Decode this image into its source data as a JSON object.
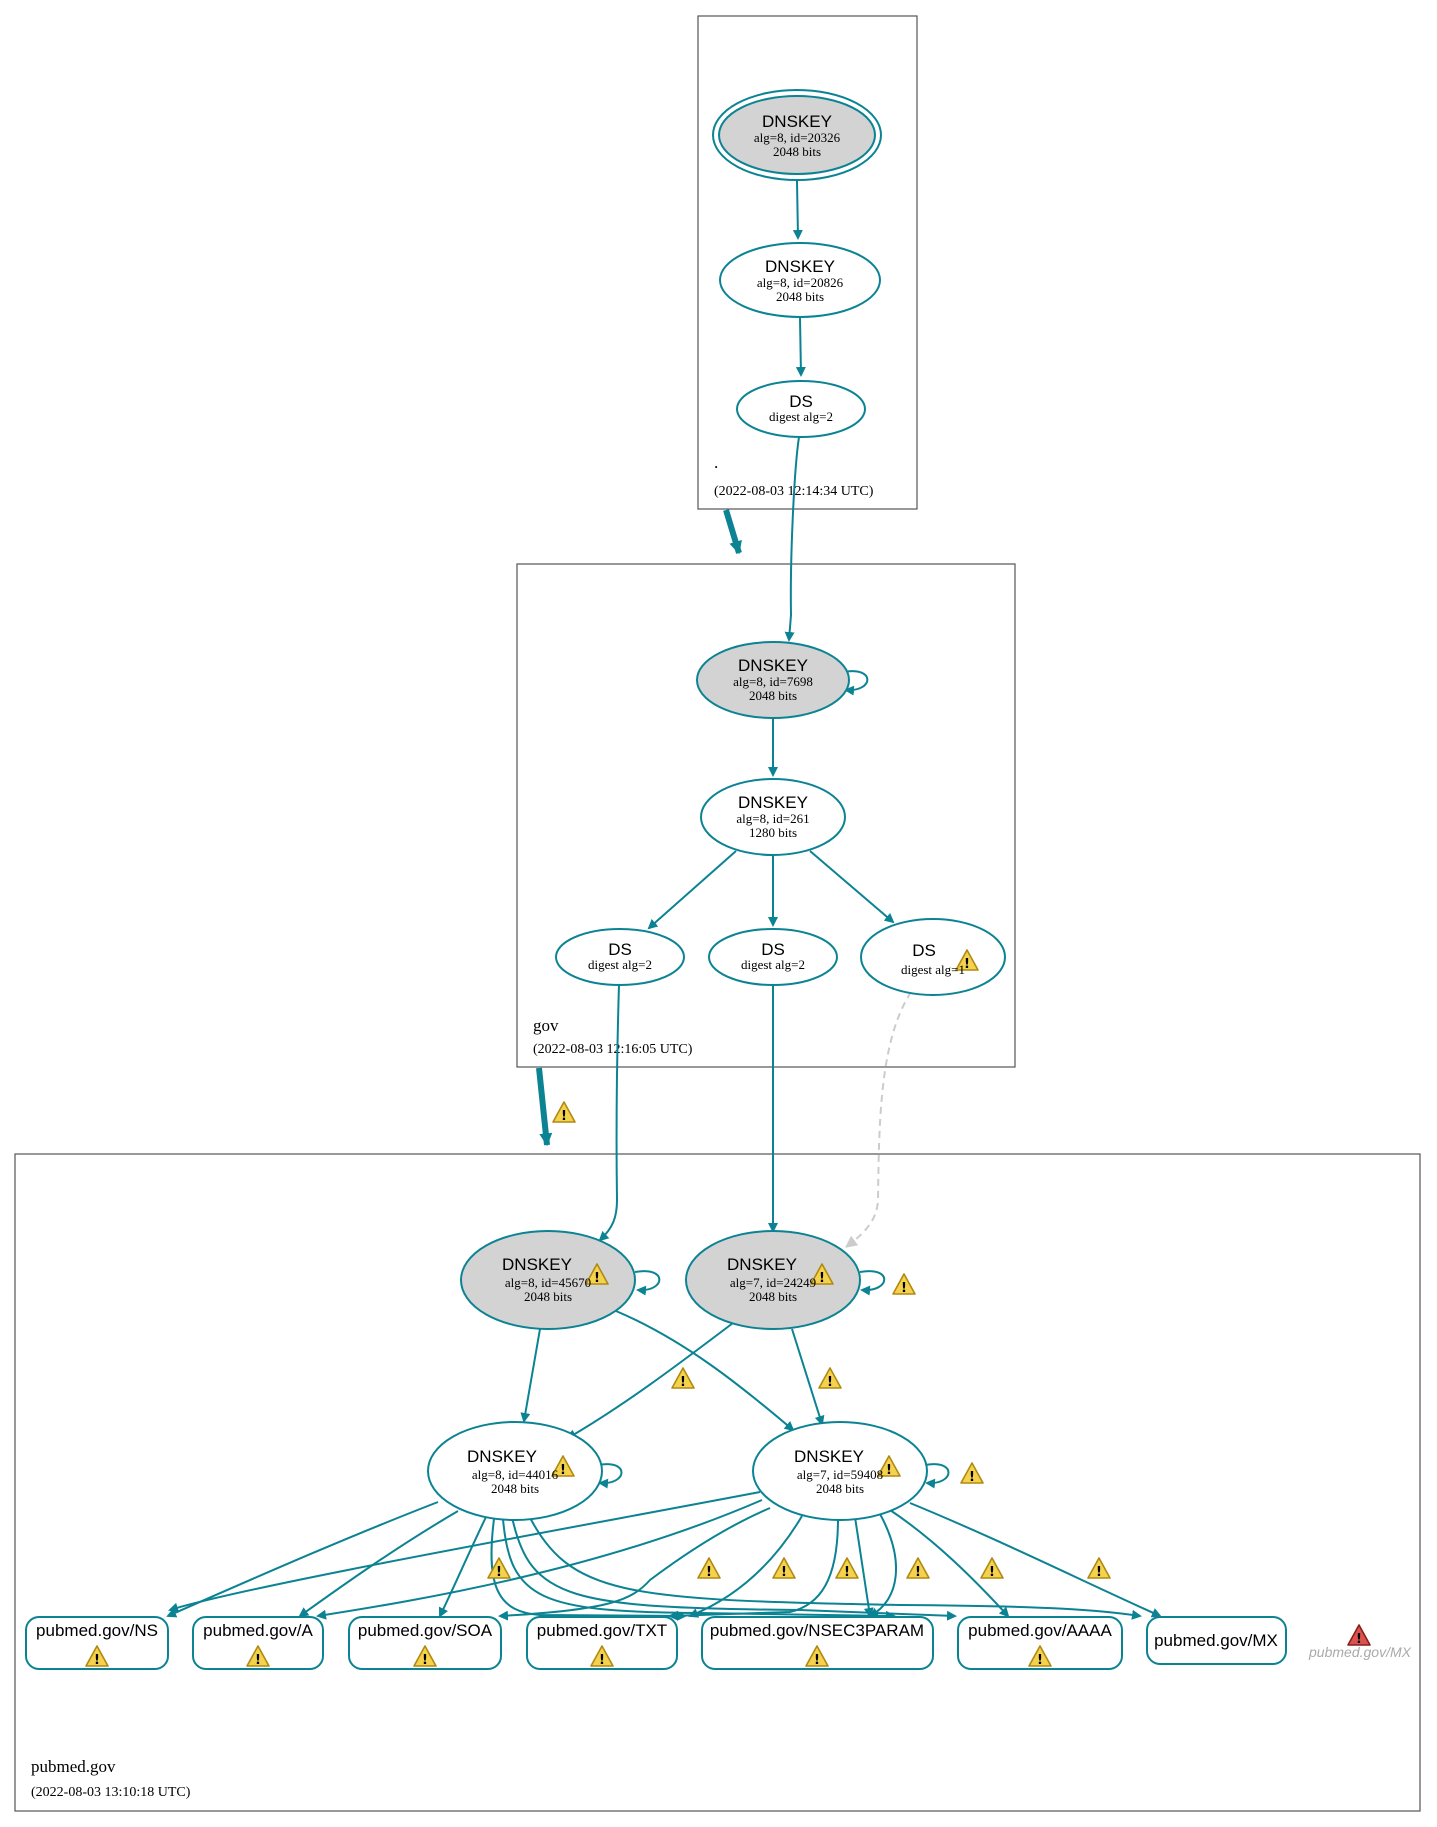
{
  "colors": {
    "edge": "#0b8393",
    "zone_border": "#555555",
    "sep_fill": "#d3d3d3",
    "warning_fill": "#f4d24d",
    "error_fill": "#d9534f",
    "missing_text": "#aaaaaa"
  },
  "zones": {
    "root": {
      "name": ".",
      "timestamp": "(2022-08-03 12:14:34 UTC)"
    },
    "gov": {
      "name": "gov",
      "timestamp": "(2022-08-03 12:16:05 UTC)"
    },
    "pubmed": {
      "name": "pubmed.gov",
      "timestamp": "(2022-08-03 13:10:18 UTC)"
    }
  },
  "nodes": {
    "root_ksk": {
      "title": "DNSKEY",
      "line1": "alg=8, id=20326",
      "line2": "2048 bits",
      "sep": true,
      "trust_anchor": true,
      "warning": false
    },
    "root_zsk": {
      "title": "DNSKEY",
      "line1": "alg=8, id=20826",
      "line2": "2048 bits",
      "sep": false,
      "warning": false
    },
    "root_ds": {
      "title": "DS",
      "line1": "digest alg=2",
      "warning": false
    },
    "gov_ksk": {
      "title": "DNSKEY",
      "line1": "alg=8, id=7698",
      "line2": "2048 bits",
      "sep": true,
      "warning": false
    },
    "gov_zsk": {
      "title": "DNSKEY",
      "line1": "alg=8, id=261",
      "line2": "1280 bits",
      "sep": false,
      "warning": false
    },
    "gov_ds_a": {
      "title": "DS",
      "line1": "digest alg=2",
      "warning": false
    },
    "gov_ds_b": {
      "title": "DS",
      "line1": "digest alg=2",
      "warning": false
    },
    "gov_ds_c": {
      "title": "DS",
      "line1": "digest alg=1",
      "warning": true
    },
    "pm_ksk8": {
      "title": "DNSKEY",
      "line1": "alg=8, id=45670",
      "line2": "2048 bits",
      "sep": true,
      "warning": true
    },
    "pm_ksk7": {
      "title": "DNSKEY",
      "line1": "alg=7, id=24249",
      "line2": "2048 bits",
      "sep": true,
      "warning": true
    },
    "pm_zsk8": {
      "title": "DNSKEY",
      "line1": "alg=8, id=44016",
      "line2": "2048 bits",
      "sep": false,
      "warning": true
    },
    "pm_zsk7": {
      "title": "DNSKEY",
      "line1": "alg=7, id=59408",
      "line2": "2048 bits",
      "sep": false,
      "warning": true
    }
  },
  "rrsets": [
    {
      "label": "pubmed.gov/NS",
      "warning": true
    },
    {
      "label": "pubmed.gov/A",
      "warning": true
    },
    {
      "label": "pubmed.gov/SOA",
      "warning": true
    },
    {
      "label": "pubmed.gov/TXT",
      "warning": true
    },
    {
      "label": "pubmed.gov/NSEC3PARAM",
      "warning": true
    },
    {
      "label": "pubmed.gov/AAAA",
      "warning": true
    },
    {
      "label": "pubmed.gov/MX",
      "warning": false
    }
  ],
  "missing_rrset": {
    "label": "pubmed.gov/MX",
    "status": "error"
  },
  "icons": {
    "warning": "warning-icon",
    "error": "error-icon"
  }
}
